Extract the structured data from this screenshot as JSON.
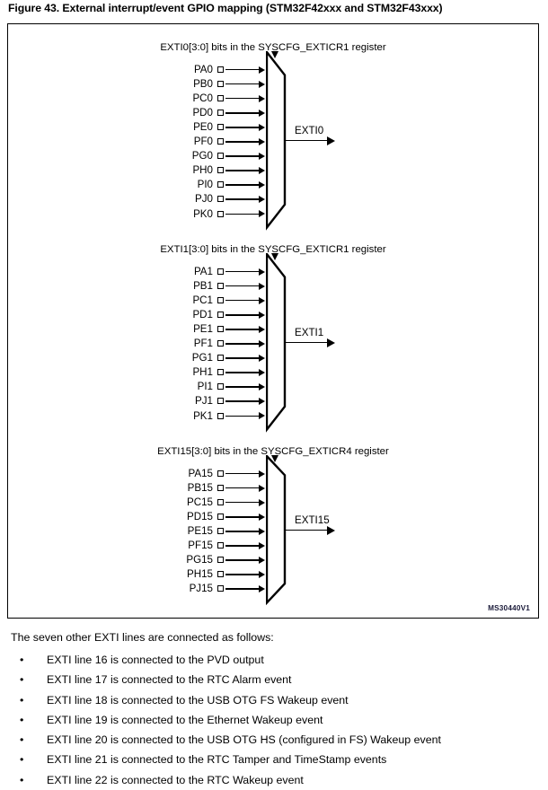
{
  "figure": {
    "caption": "Figure 43. External interrupt/event GPIO mapping (STM32F42xxx and STM32F43xxx)",
    "doc_id": "MS30440V1",
    "muxes": [
      {
        "register_label": "EXTI0[3:0] bits in the SYSCFG_EXTICR1 register",
        "output_label": "EXTI0",
        "inputs": [
          "PA0",
          "PB0",
          "PC0",
          "PD0",
          "PE0",
          "PF0",
          "PG0",
          "PH0",
          "PI0",
          "PJ0",
          "PK0"
        ]
      },
      {
        "register_label": "EXTI1[3:0] bits in the SYSCFG_EXTICR1 register",
        "output_label": "EXTI1",
        "inputs": [
          "PA1",
          "PB1",
          "PC1",
          "PD1",
          "PE1",
          "PF1",
          "PG1",
          "PH1",
          "PI1",
          "PJ1",
          "PK1"
        ]
      },
      {
        "register_label": "EXTI15[3:0] bits in the SYSCFG_EXTICR4 register",
        "output_label": "EXTI15",
        "inputs": [
          "PA15",
          "PB15",
          "PC15",
          "PD15",
          "PE15",
          "PF15",
          "PG15",
          "PH15",
          "PJ15"
        ]
      }
    ]
  },
  "body": {
    "intro": "The seven other EXTI lines are connected as follows:",
    "bullet_char": "•",
    "bullets": [
      "EXTI line 16 is connected to the PVD output",
      "EXTI line 17 is connected to the RTC Alarm event",
      "EXTI line 18 is connected to the USB OTG FS Wakeup event",
      "EXTI line 19 is connected to the Ethernet Wakeup event",
      "EXTI line 20 is connected to the USB OTG HS (configured in FS) Wakeup event",
      "EXTI line 21 is connected to the RTC Tamper and TimeStamp events",
      "EXTI line 22 is connected to the RTC Wakeup event"
    ]
  }
}
